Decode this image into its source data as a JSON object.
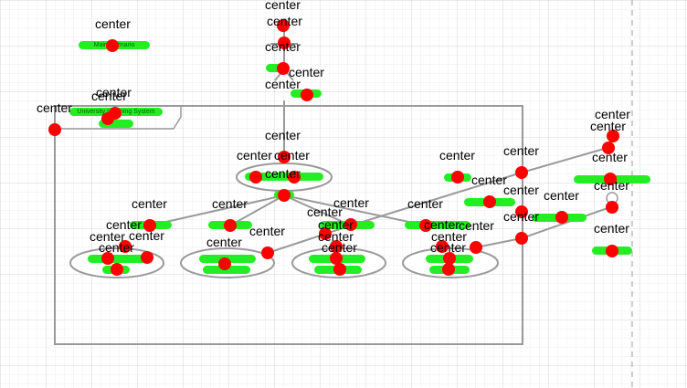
{
  "marker_label": "center",
  "colors": {
    "grid": "#e0e0e0",
    "outline": "#9a9a9a",
    "marker": "#ff0000",
    "text_highlight": "#22ee22"
  },
  "diagram": {
    "title": "Main Scenario",
    "system_name": "University Learning System"
  }
}
